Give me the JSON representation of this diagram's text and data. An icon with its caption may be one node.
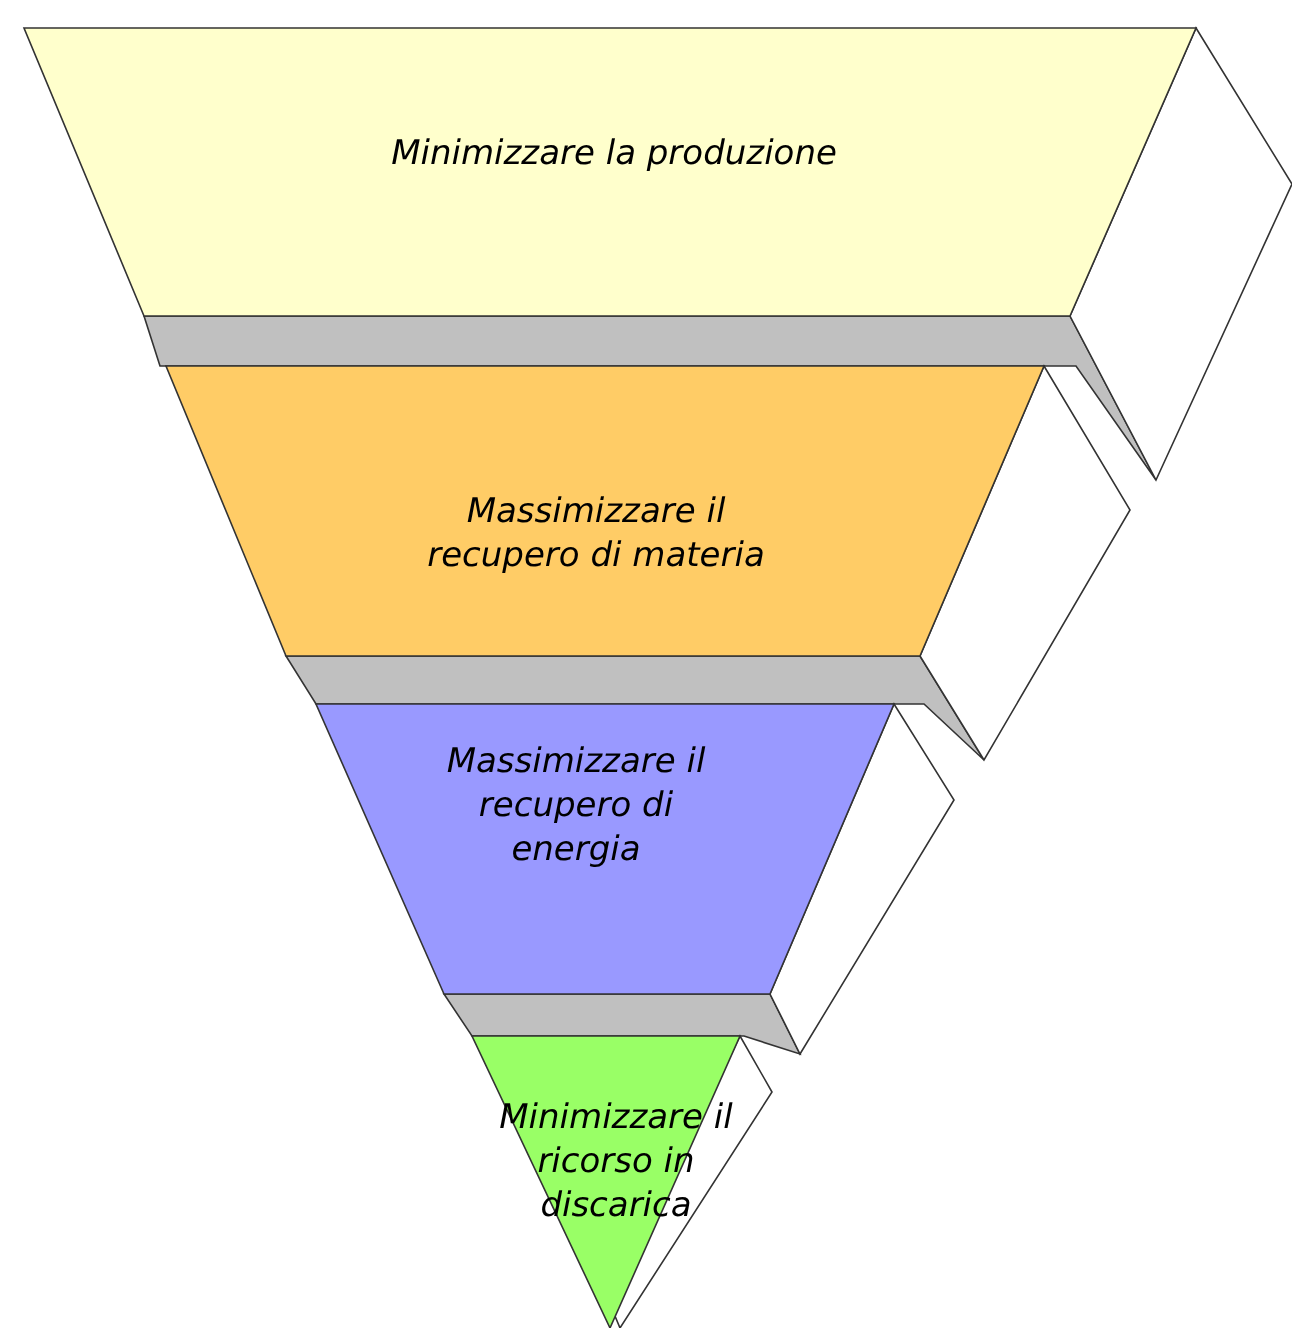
{
  "diagram": {
    "nodes": [
      {
        "text": [
          "Minimizzare la produzione"
        ]
      },
      {
        "text": [
          "Massimizzare il recupero di materia"
        ]
      },
      {
        "text": [
          "Massimizzare il recupero di energia"
        ]
      },
      {
        "text": [
          "Minimizzare il ricorso in discarica"
        ]
      }
    ]
  }
}
